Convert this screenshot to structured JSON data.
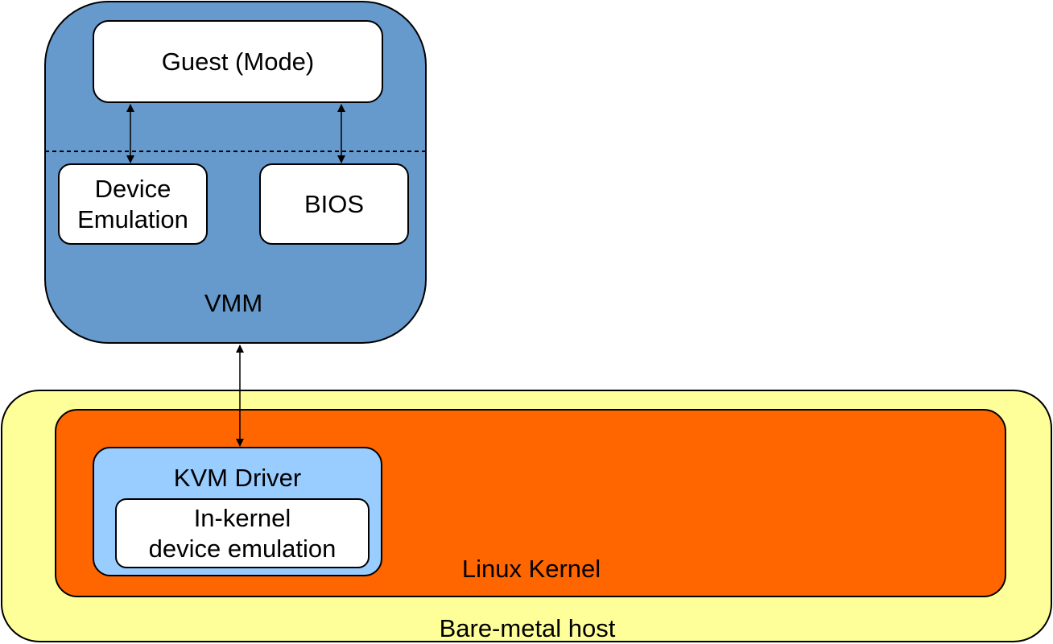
{
  "colors": {
    "vmm_fill": "#6699cc",
    "host_fill": "#ffff99",
    "kernel_fill": "#ff6600",
    "kvm_fill": "#99ccff",
    "box_fill": "#ffffff",
    "stroke": "#000000"
  },
  "vmm": {
    "label": "VMM",
    "guest_label": "Guest (Mode)",
    "device_emulation_label_line1": "Device",
    "device_emulation_label_line2": "Emulation",
    "bios_label": "BIOS"
  },
  "host": {
    "label": "Bare-metal host",
    "kernel_label": "Linux Kernel",
    "kvm_driver_label": "KVM Driver",
    "in_kernel_line1": "In-kernel",
    "in_kernel_line2": "device emulation"
  }
}
